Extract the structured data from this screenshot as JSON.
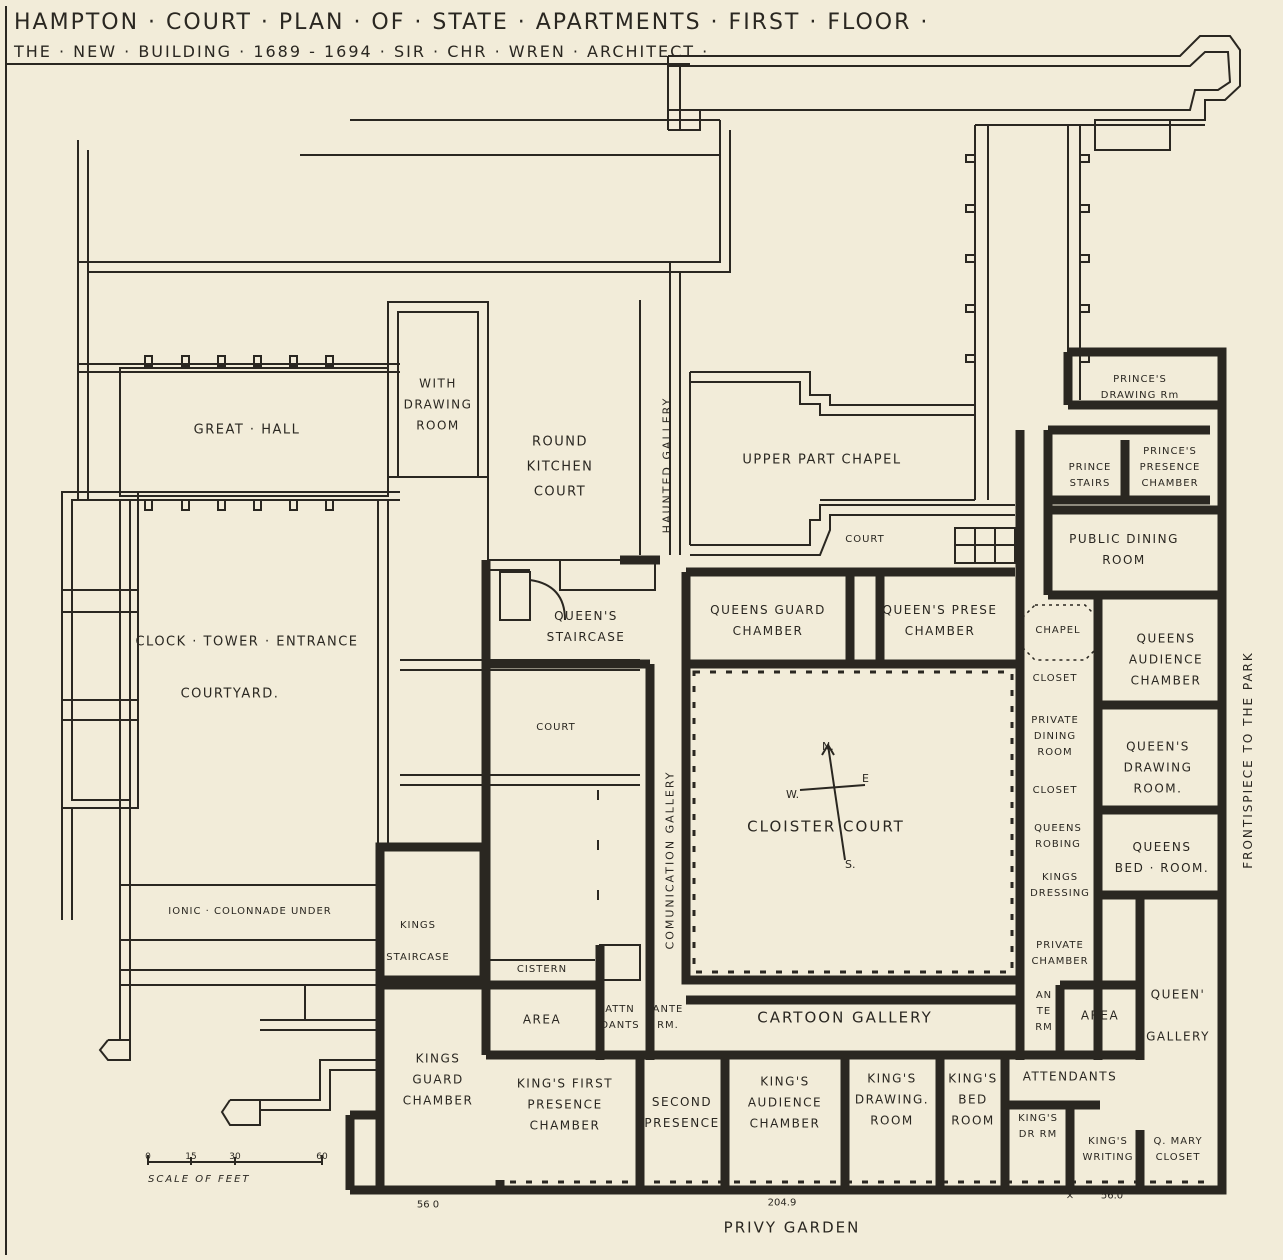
{
  "title": "HAMPTON · COURT · PLAN · OF · STATE · APARTMENTS · FIRST · FLOOR ·",
  "subtitle": "THE · NEW · BUILDING · 1689 - 1694 · SIR · CHR · WREN · ARCHITECT ·",
  "rooms": {
    "great_hall": "GREAT · HALL",
    "withdrawing_room": "WITH\nDRAWING\nROOM",
    "round_kitchen_court": "ROUND\nKITCHEN\nCOURT",
    "haunted_gallery": "HAUNTED GALLERY",
    "upper_part_chapel": "UPPER PART CHAPEL",
    "court_top": "COURT",
    "princes_drawing_room": "PRINCE'S\nDRAWING Rm",
    "prince_stairs": "PRINCE\nSTAIRS",
    "princes_presence_chamber": "PRINCE'S\nPRESENCE\nCHAMBER",
    "public_dining_room": "PUBLIC DINING\nROOM",
    "queens_staircase": "QUEEN'S\nSTAIRCASE",
    "clock_tower_entrance": "CLOCK · TOWER · ENTRANCE",
    "courtyard": "COURTYARD.",
    "queens_guard_chamber": "QUEENS GUARD\nCHAMBER",
    "queens_presence_chamber": "QUEEN'S PRESE\nCHAMBER",
    "chapel": "CHAPEL",
    "queens_audience_chamber": "QUEENS\nAUDIENCE\nCHAMBER",
    "closet_1": "CLOSET",
    "private_dining_room": "PRIVATE\nDINING\nROOM",
    "closet_2": "CLOSET",
    "queens_drawing_room": "QUEEN'S\nDRAWING\nROOM.",
    "court_middle": "COURT",
    "communication_gallery": "COMUNICATION GALLERY",
    "cloister_court": "CLOISTER   COURT",
    "queens_robing": "QUEENS\nROBING",
    "kings_dressing": "KINGS\nDRESSING",
    "queens_bed_room": "QUEENS\nBED · ROOM.",
    "private_chamber": "PRIVATE\nCHAMBER",
    "ionic_colonnade": "IONIC · COLONNADE  UNDER",
    "kings_staircase": "KINGS\n\nSTAIRCASE",
    "cistern": "CISTERN",
    "area_left": "AREA",
    "attendants_small": "ATTN\nDANTS",
    "ante_room_left": "ANTE\nRM.",
    "cartoon_gallery": "CARTOON  GALLERY",
    "ante_room_right": "AN\nTE\nRM",
    "area_right": "AREA",
    "queens_gallery": "QUEEN'\n\nGALLERY",
    "kings_guard_chamber": "KINGS\nGUARD\nCHAMBER",
    "kings_first_presence": "KING'S FIRST\nPRESENCE\nCHAMBER",
    "second_presence": "SECOND\nPRESENCE",
    "kings_audience_chamber": "KING'S\nAUDIENCE\nCHAMBER",
    "kings_drawing_room": "KING'S\nDRAWING.\nROOM",
    "kings_bed_room": "KING'S\nBED\nROOM",
    "attendants": "ATTENDANTS",
    "kings_dr_rm": "KING'S\nDR RM",
    "kings_writing": "KING'S\nWRITING",
    "q_mary_closet": "Q. MARY\nCLOSET",
    "frontispiece": "FRONTISPIECE TO THE PARK",
    "privy_garden": "PRIVY   GARDEN"
  },
  "compass": {
    "n": "N.",
    "e": "E",
    "s": "S.",
    "w": "W."
  },
  "dimensions": {
    "left": "56 0",
    "middle": "204.9",
    "right": "56.0",
    "mark": "×"
  },
  "scale": {
    "caption": "SCALE  OF  FEET",
    "ticks": [
      "0",
      "15",
      "30",
      "60"
    ]
  },
  "colors": {
    "paper": "#f2ecd9",
    "ink": "#2a2721"
  }
}
